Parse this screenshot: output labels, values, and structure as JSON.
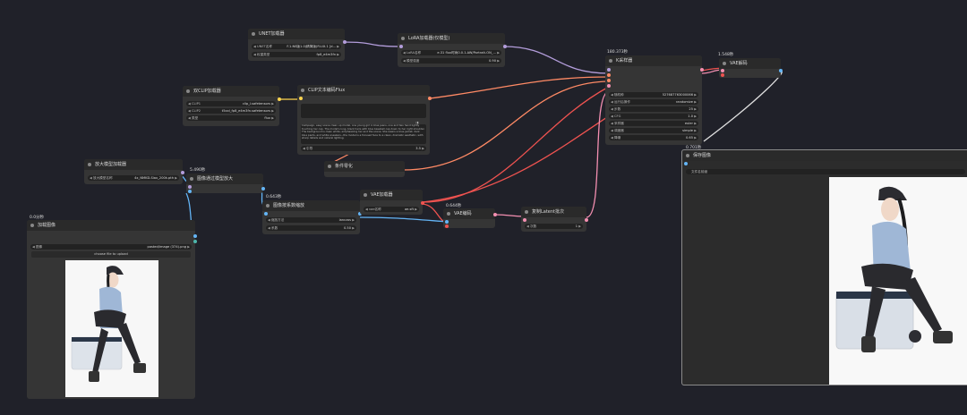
{
  "nodes": {
    "unet": {
      "title": "UNET加载器",
      "widgets": [
        {
          "label": "UNET名称",
          "value": "F.1.NS版1.0(精简版)FLUX.1 [d..."
        },
        {
          "label": "权重类型",
          "value": "fp8_e4m3fn"
        }
      ]
    },
    "lora": {
      "title": "LoRA加载器(仅模型)",
      "widgets": [
        {
          "label": "LoRA名称",
          "value": "e.31 flux时尚0.0.1.AW/Portrait-ON_..."
        },
        {
          "label": "模型强度",
          "value": "0.90"
        }
      ]
    },
    "dualclip": {
      "title": "双CLIP加载器",
      "widgets": [
        {
          "label": "CLIP1",
          "value": "clip_l.safetensors"
        },
        {
          "label": "CLIP2",
          "value": "t5xxl_fp8_e4m3fn.safetensors"
        },
        {
          "label": "类型",
          "value": "flux"
        }
      ]
    },
    "clipflux": {
      "title": "CLIP文本编码Flux",
      "prompt": "Campaign, easy scene clean up model, one young girl in blue jeans, one and two hand lightly touching her cap. The model's long, black hairs with blue baseball cap down to her right shoulder. The background is clean white, emphasizing her and the scene. She wears a blue jacket, dark blue pants, and white sneakers...the model is a focused face to a clean, dramatic aesthetic, with sharp details and natural lighting.",
      "guidance_label": "引导",
      "guidance_value": "3.5"
    },
    "cond": {
      "title": "条件零化"
    },
    "upscaleload": {
      "title": "放大模型加载器",
      "widgets": [
        {
          "label": "放大模型名称",
          "value": "4x_NMKD-Siax_200k.pth"
        }
      ]
    },
    "upscale": {
      "title": "图像通过模型放大",
      "timing": "5.490秒"
    },
    "imgscale": {
      "title": "图像按系数缩放",
      "timing": "0.643秒",
      "widgets": [
        {
          "label": "缩放方法",
          "value": "lanczos"
        },
        {
          "label": "系数",
          "value": "0.50"
        }
      ]
    },
    "vaeload": {
      "title": "VAE加载器",
      "widgets": [
        {
          "label": "vae名称",
          "value": "ae.sft"
        }
      ]
    },
    "vaeenc": {
      "title": "VAE编码",
      "timing": "0.644秒"
    },
    "latent": {
      "title": "复制Latent批次",
      "widgets": [
        {
          "label": "次数",
          "value": "1"
        }
      ]
    },
    "ksampler": {
      "title": "K采样器",
      "timing": "180.373秒",
      "widgets": [
        {
          "label": "随机种",
          "value": "527687763000066"
        },
        {
          "label": "运行后操作",
          "value": "randomize"
        },
        {
          "label": "步数",
          "value": "25"
        },
        {
          "label": "CFG",
          "value": "1.0"
        },
        {
          "label": "采样器",
          "value": "euler"
        },
        {
          "label": "调度器",
          "value": "simple"
        },
        {
          "label": "降噪",
          "value": "0.65"
        }
      ]
    },
    "vaedec": {
      "title": "VAE解码",
      "timing": "1.548秒"
    },
    "loadimg": {
      "title": "加载图像",
      "timing": "0.0分秒",
      "widgets": [
        {
          "label": "图像",
          "value": "pasted/image (374).png"
        }
      ],
      "upload_label": "choose file to upload"
    },
    "save": {
      "title": "保存图像",
      "timing": "0.701秒",
      "prefix_label": "文件名前缀"
    }
  },
  "colors": {
    "bg": "#202129",
    "node": "#353535",
    "header": "#2a2a2a",
    "link_model": "#b39ddb",
    "link_clip": "#ffd54f",
    "link_cond": "#ff8a65",
    "link_vae": "#ef5350",
    "link_latent": "#f48fb1",
    "link_image": "#64b5f6"
  }
}
